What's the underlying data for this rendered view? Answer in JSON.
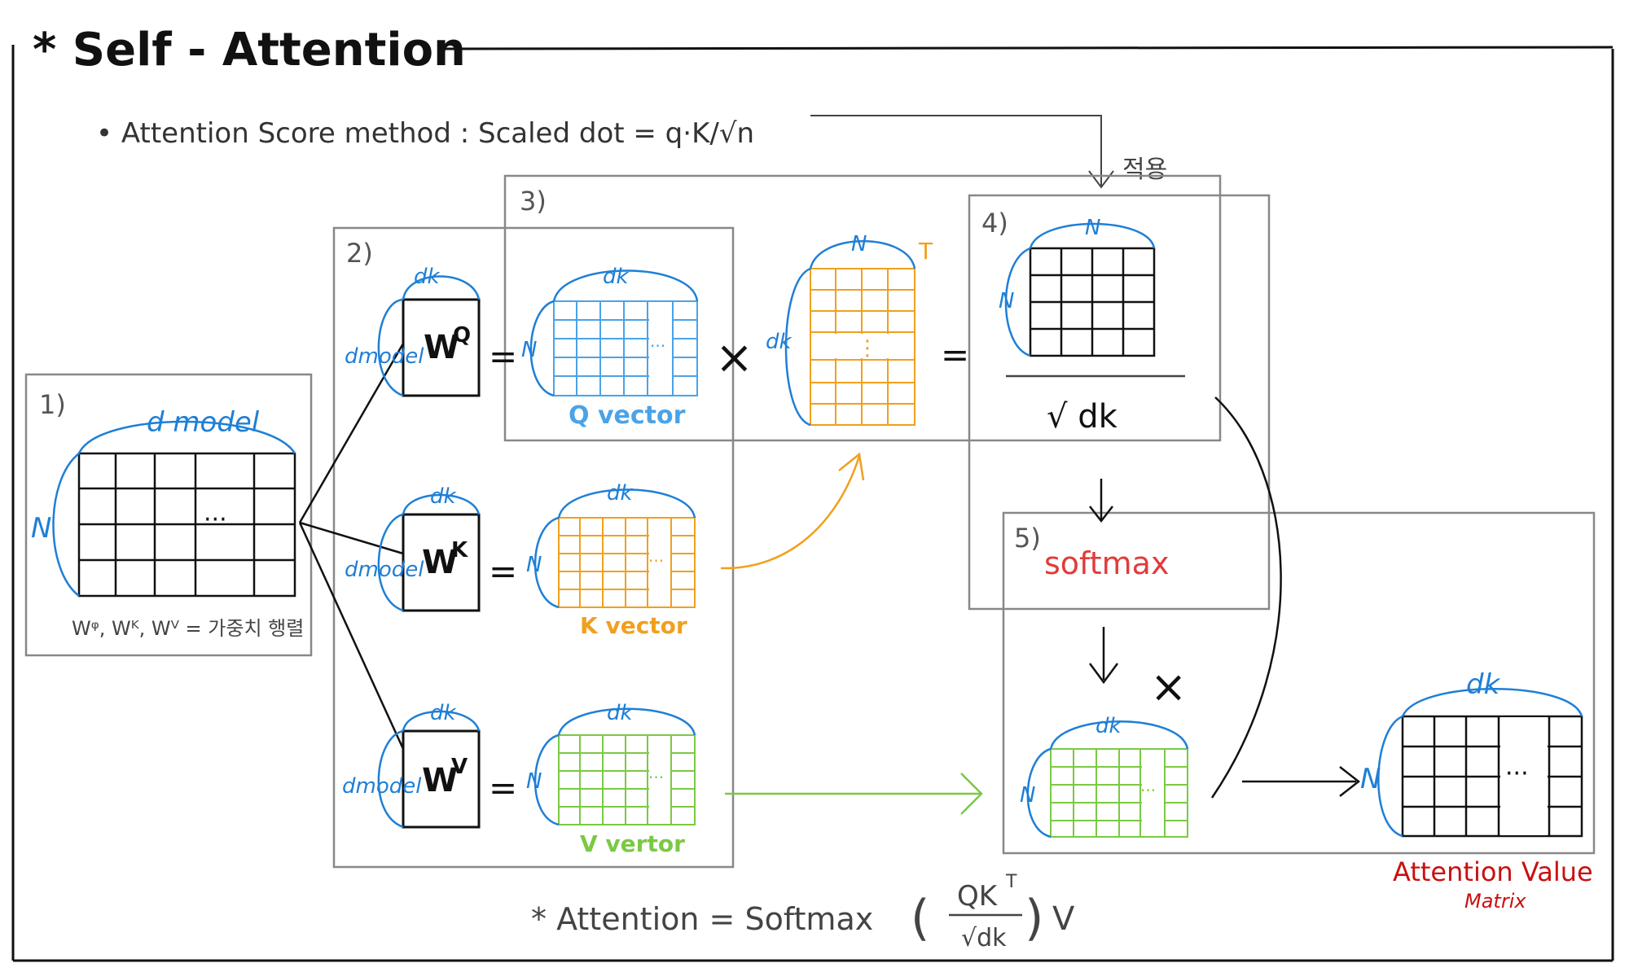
{
  "title": "* Self - Attention",
  "score_method": "• Attention Score method : Scaled dot = q·K/√n",
  "apply_label": "적용",
  "steps": [
    "1)",
    "2)",
    "3)",
    "4)",
    "5)"
  ],
  "labels": {
    "d_model": "d model",
    "dmodel_small": "dmodel",
    "N": "N",
    "dk": "dk",
    "T": "T",
    "dots": "···",
    "vdots": "⋮",
    "eq": "=",
    "times": "×",
    "sqrt_dk": "√ dk"
  },
  "weights": {
    "wq": "W",
    "wq_sup": "Q",
    "wk": "W",
    "wk_sup": "K",
    "wv": "W",
    "wv_sup": "V"
  },
  "weight_note": "Wᵠ, Wᴷ, Wⱽ = 가중치 행렬",
  "q_vector": "Q vector",
  "k_vector": "K vector",
  "v_vector": "V vertor",
  "softmax": "softmax",
  "attention_value": "Attention Value",
  "matrix": "Matrix",
  "formula": {
    "prefix": "* Attention = Softmax",
    "num": "QK",
    "sup": "T",
    "den": "√dk",
    "suffix": "V"
  },
  "colors": {
    "blue": "#1f7fd6",
    "light_blue": "#4aa3e8",
    "orange": "#f0a01e",
    "green": "#7bc943",
    "red": "#e23b3b",
    "dark_red": "#c91010",
    "gray_box": "#888888",
    "black": "#111111"
  }
}
